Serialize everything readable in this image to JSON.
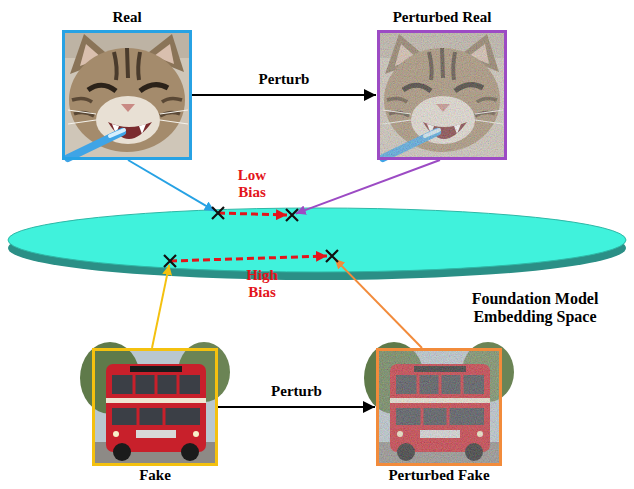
{
  "diagram": {
    "nodes": [
      {
        "text": [
          "Real"
        ]
      },
      {
        "text": [
          "Perturbed Real"
        ]
      },
      {
        "text": [
          "Foundation Model Embedding Space"
        ]
      },
      {
        "text": [
          "Fake"
        ]
      },
      {
        "text": [
          "Perturbed Fake"
        ]
      }
    ],
    "edges": [
      {
        "from": 0,
        "to": 1,
        "arrow": "to",
        "label": "Perturb"
      },
      {
        "from": 0,
        "to": 2,
        "arrow": "to"
      },
      {
        "from": 1,
        "to": 2,
        "arrow": "to"
      },
      {
        "from": 3,
        "to": 4,
        "arrow": "to",
        "label": "Perturb"
      },
      {
        "from": 3,
        "to": 2,
        "arrow": "to"
      },
      {
        "from": 4,
        "to": 2,
        "arrow": "to"
      }
    ],
    "labels": [
      "Low Bias",
      "High Bias"
    ]
  }
}
